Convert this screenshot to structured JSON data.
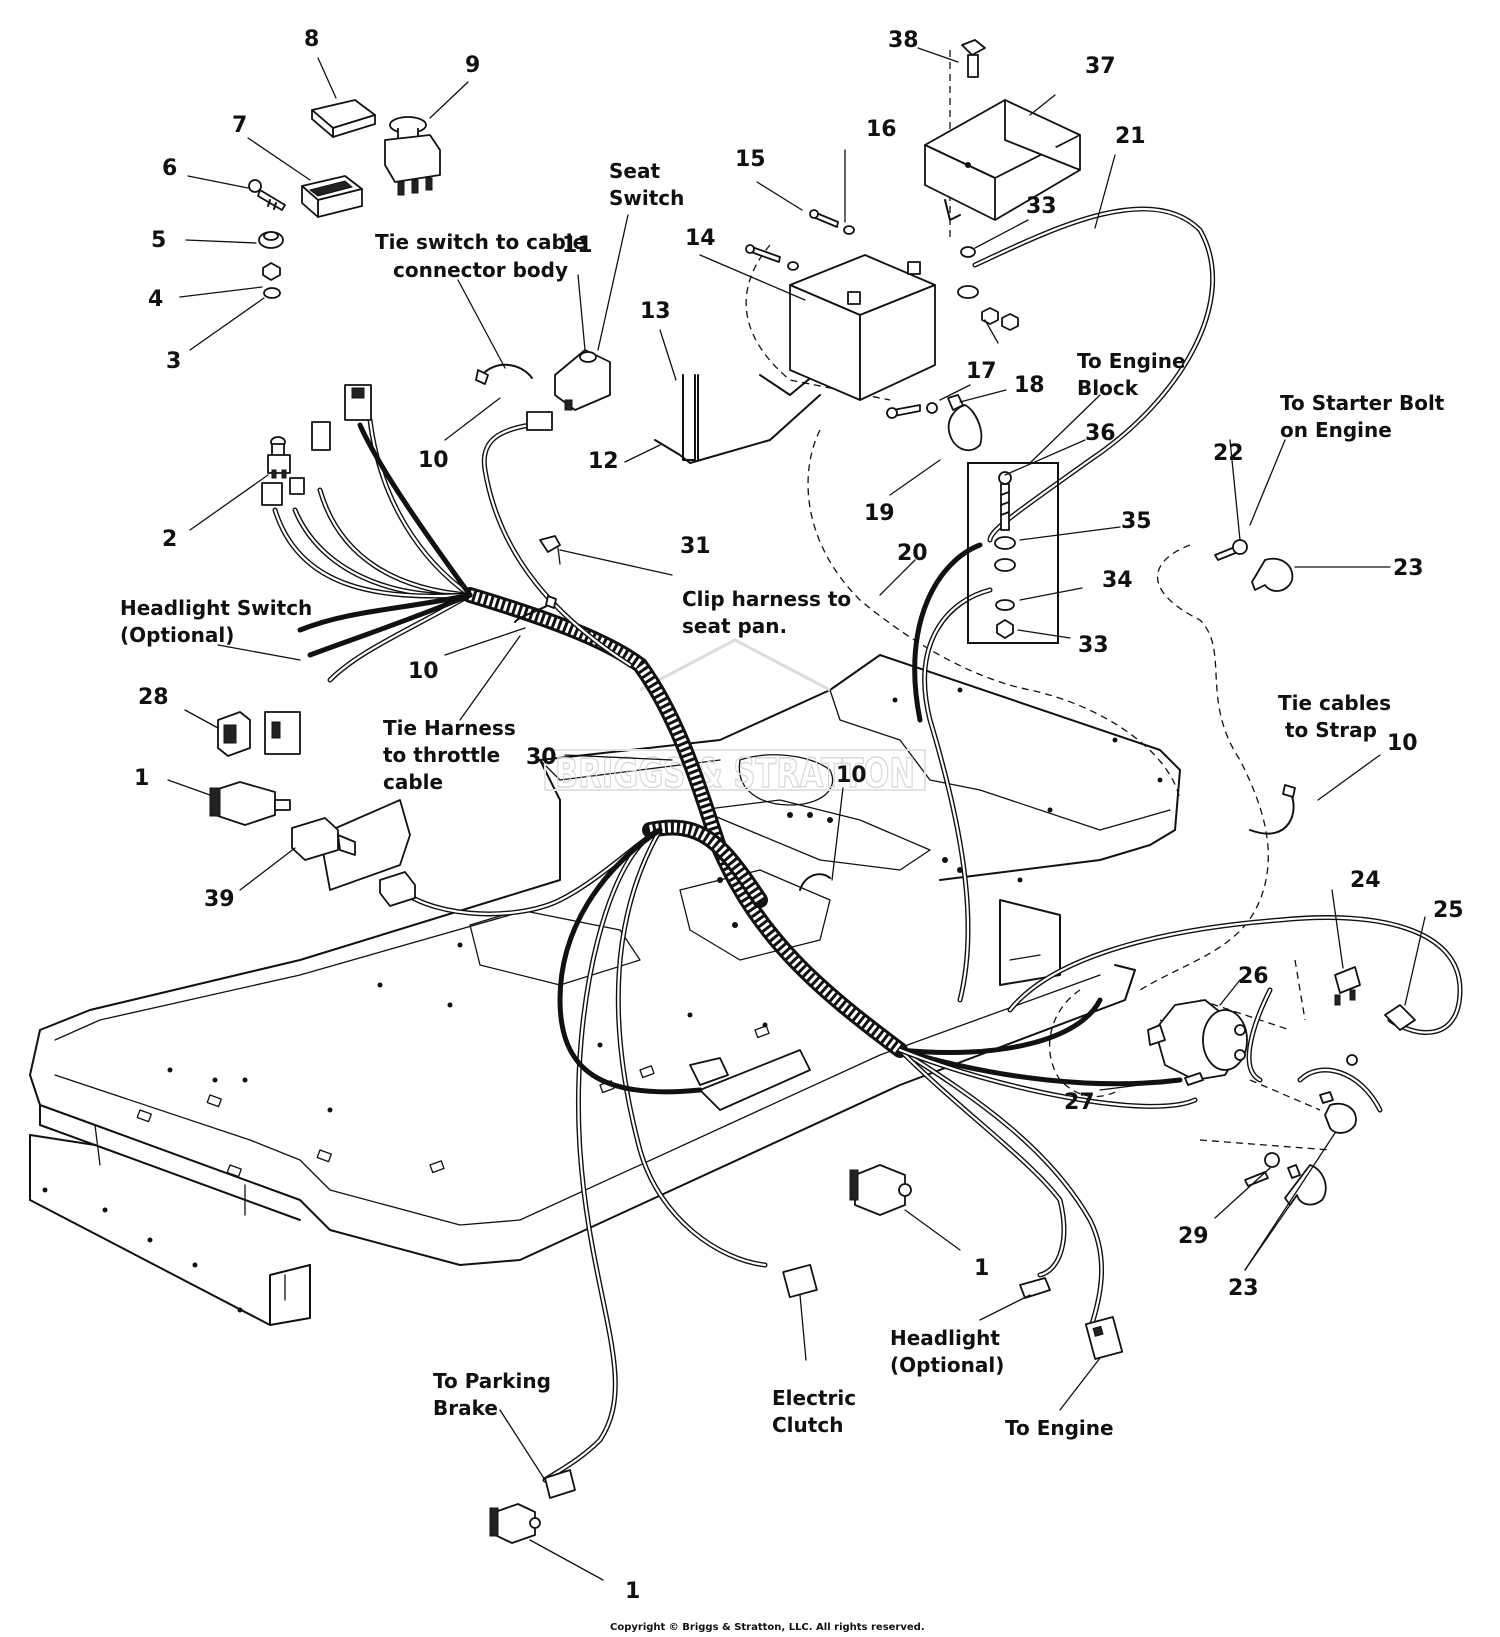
{
  "callouts": [
    {
      "id": "c8",
      "text": "8"
    },
    {
      "id": "c9",
      "text": "9"
    },
    {
      "id": "c7",
      "text": "7"
    },
    {
      "id": "c6",
      "text": "6"
    },
    {
      "id": "c5",
      "text": "5"
    },
    {
      "id": "c4",
      "text": "4"
    },
    {
      "id": "c3",
      "text": "3"
    },
    {
      "id": "c2",
      "text": "2"
    },
    {
      "id": "c10a",
      "text": "10"
    },
    {
      "id": "c10b",
      "text": "10"
    },
    {
      "id": "c10c",
      "text": "10"
    },
    {
      "id": "c10d",
      "text": "10"
    },
    {
      "id": "c11",
      "text": "11"
    },
    {
      "id": "c12",
      "text": "12"
    },
    {
      "id": "c13",
      "text": "13"
    },
    {
      "id": "c14",
      "text": "14"
    },
    {
      "id": "c15",
      "text": "15"
    },
    {
      "id": "c16",
      "text": "16"
    },
    {
      "id": "c17",
      "text": "17"
    },
    {
      "id": "c18",
      "text": "18"
    },
    {
      "id": "c19",
      "text": "19"
    },
    {
      "id": "c20",
      "text": "20"
    },
    {
      "id": "c21",
      "text": "21"
    },
    {
      "id": "c22",
      "text": "22"
    },
    {
      "id": "c23a",
      "text": "23"
    },
    {
      "id": "c23b",
      "text": "23"
    },
    {
      "id": "c24",
      "text": "24"
    },
    {
      "id": "c25",
      "text": "25"
    },
    {
      "id": "c26",
      "text": "26"
    },
    {
      "id": "c27",
      "text": "27"
    },
    {
      "id": "c28",
      "text": "28"
    },
    {
      "id": "c29",
      "text": "29"
    },
    {
      "id": "c30",
      "text": "30"
    },
    {
      "id": "c31",
      "text": "31"
    },
    {
      "id": "c33a",
      "text": "33"
    },
    {
      "id": "c33b",
      "text": "33"
    },
    {
      "id": "c34",
      "text": "34"
    },
    {
      "id": "c35",
      "text": "35"
    },
    {
      "id": "c36",
      "text": "36"
    },
    {
      "id": "c37",
      "text": "37"
    },
    {
      "id": "c38",
      "text": "38"
    },
    {
      "id": "c39",
      "text": "39"
    },
    {
      "id": "c1a",
      "text": "1"
    },
    {
      "id": "c1b",
      "text": "1"
    },
    {
      "id": "c1c",
      "text": "1"
    }
  ],
  "notes": {
    "seat_switch": [
      "Seat",
      "Switch"
    ],
    "tie_switch": [
      "Tie switch to cable",
      "connector body"
    ],
    "to_engine_block": [
      "To Engine",
      "Block"
    ],
    "to_starter_bolt": [
      "To Starter Bolt",
      "on Engine"
    ],
    "clip_harness": [
      "Clip harness to",
      "seat pan."
    ],
    "headlight_switch": [
      "Headlight Switch",
      "(Optional)"
    ],
    "tie_harness": [
      "Tie Harness",
      "to throttle",
      "cable"
    ],
    "tie_cables": [
      "Tie cables",
      "to Strap"
    ],
    "headlight": [
      "Headlight",
      "(Optional)"
    ],
    "electric_clutch": [
      "Electric",
      "Clutch"
    ],
    "to_parking_brake": [
      "To Parking",
      "Brake"
    ],
    "to_engine": [
      "To Engine"
    ]
  },
  "watermark": "BRIGGS & STRATTON",
  "copyright": "Copyright © Briggs & Stratton, LLC. All rights reserved."
}
